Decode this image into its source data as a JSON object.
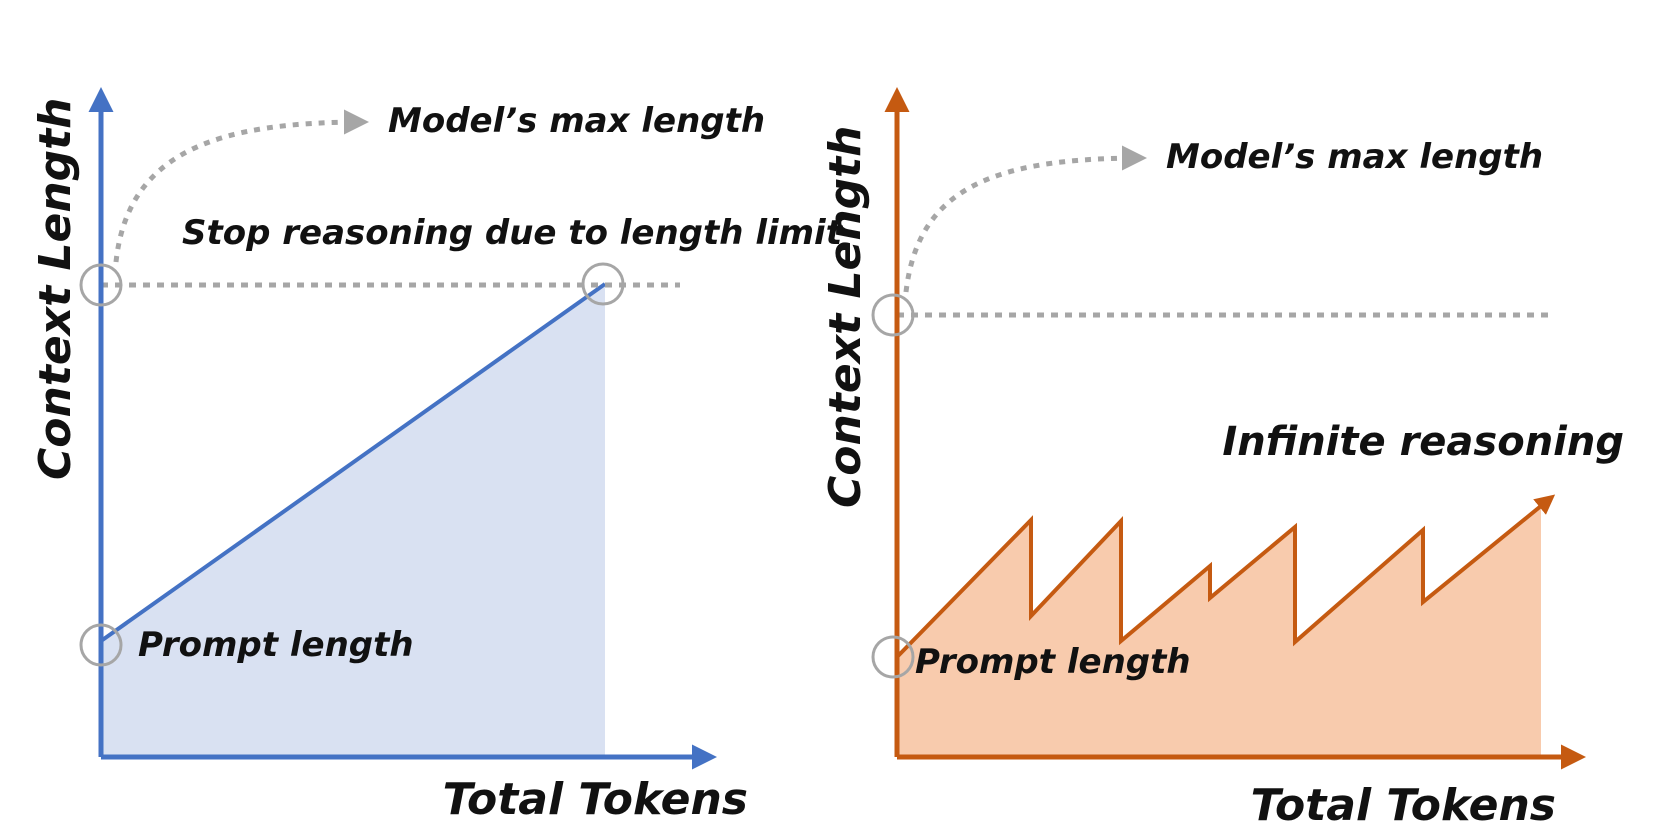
{
  "left_panel": {
    "y_axis_label": "Context Length",
    "x_axis_label": "Total Tokens",
    "max_length_label": "Model’s max length",
    "stop_label": "Stop reasoning due to length limit",
    "prompt_label": "Prompt length",
    "accent_color": "#4472c4",
    "fill_color": "#d9e1f2"
  },
  "right_panel": {
    "y_axis_label": "Context Length",
    "x_axis_label": "Total Tokens",
    "max_length_label": "Model’s max length",
    "infinite_label": "Infinite reasoning",
    "prompt_label": "Prompt length",
    "accent_color": "#c55a11",
    "fill_color": "#f8cbad"
  },
  "dotted_color": "#a6a6a6"
}
